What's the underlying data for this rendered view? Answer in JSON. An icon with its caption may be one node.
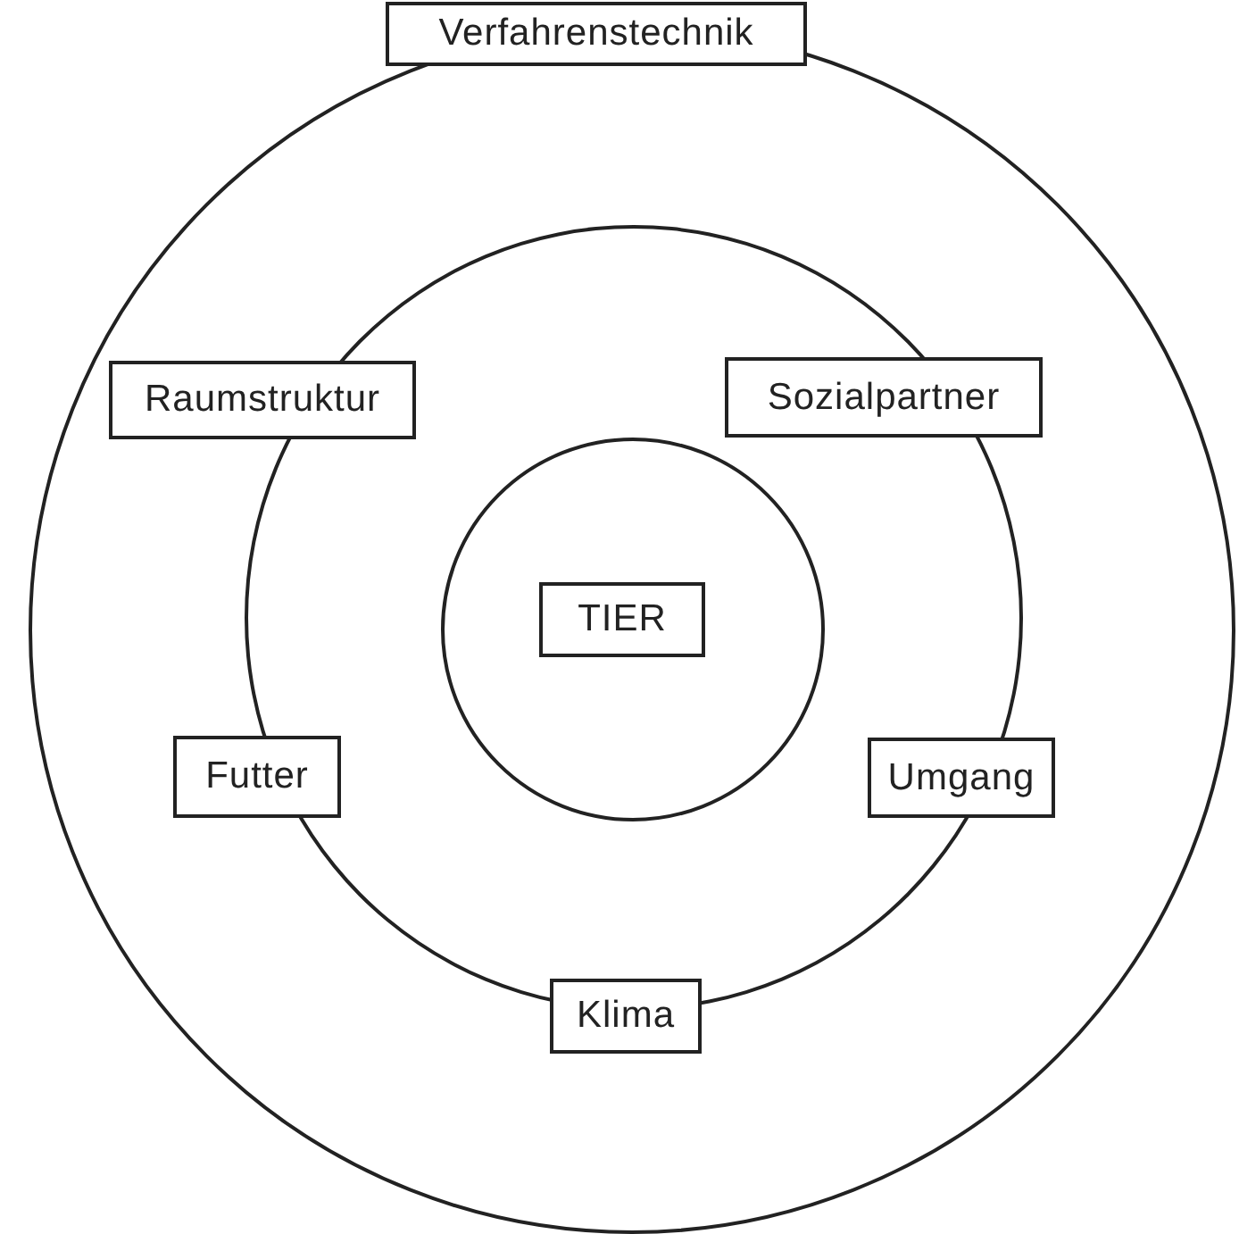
{
  "diagram": {
    "nodes": [
      {
        "text": [],
        "shape": "circle"
      },
      {
        "text": [
          "Verfahrenstechnik"
        ]
      },
      {
        "text": [],
        "shape": "circle",
        "in": 0
      },
      {
        "text": [
          "Raumstruktur"
        ],
        "in": 0
      },
      {
        "text": [
          "Sozialpartner"
        ],
        "in": 0
      },
      {
        "text": [],
        "shape": "circle",
        "in": 2
      },
      {
        "text": [
          "TIER"
        ],
        "in": 5
      },
      {
        "text": [
          "Futter"
        ],
        "in": 0
      },
      {
        "text": [
          "Umgang"
        ],
        "in": 0
      },
      {
        "text": [
          "Klima"
        ],
        "in": 0
      }
    ]
  }
}
